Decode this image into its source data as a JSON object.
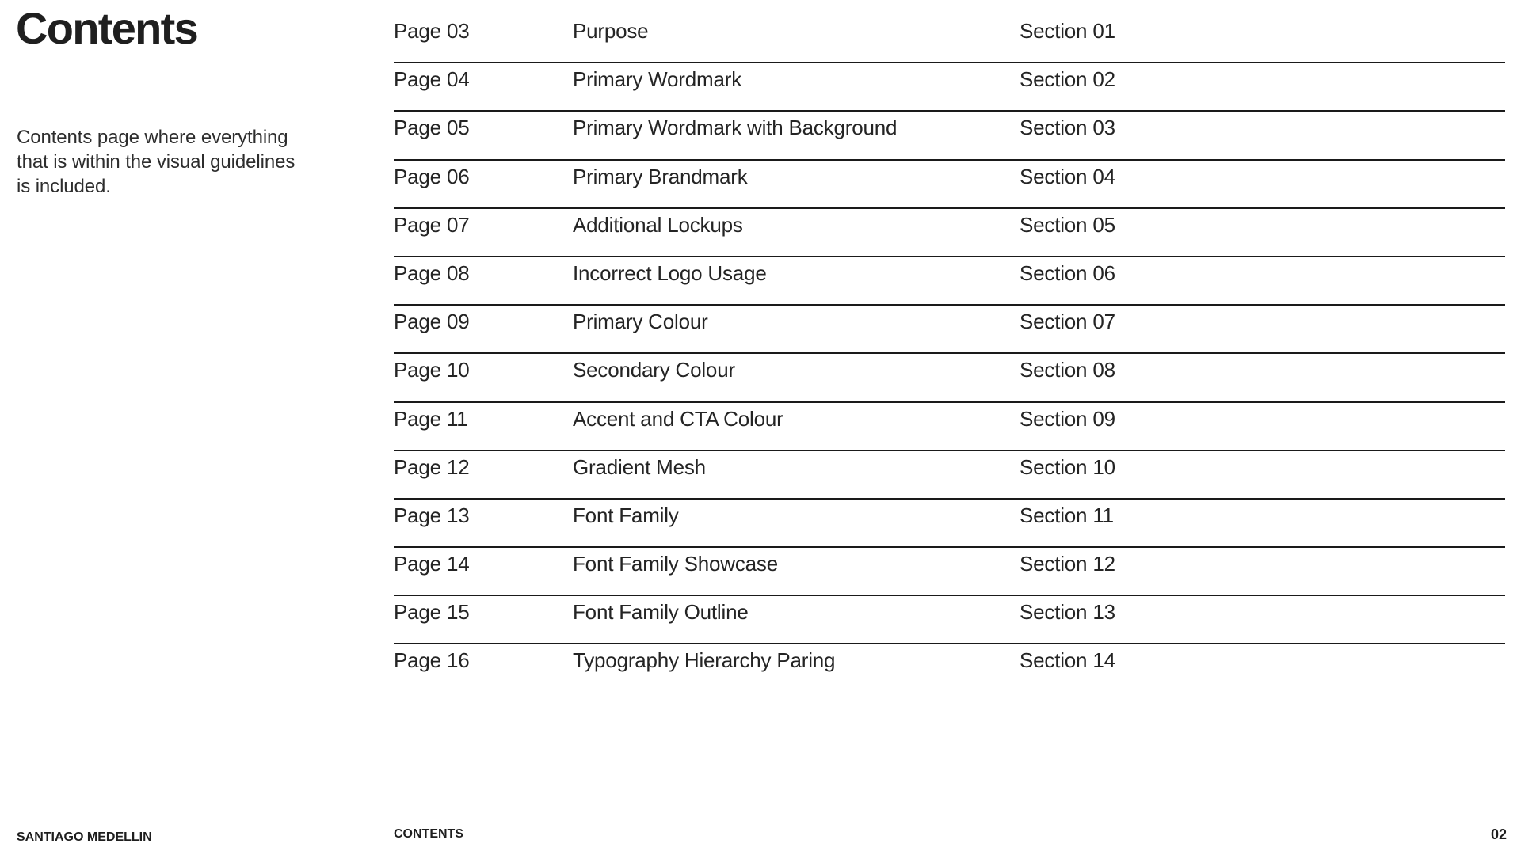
{
  "page": {
    "title": "Contents",
    "description": "Contents page where everything that is within the visual guidelines is included."
  },
  "toc": {
    "rows": [
      {
        "page": "Page 03",
        "title": "Purpose",
        "section": "Section 01"
      },
      {
        "page": "Page 04",
        "title": "Primary Wordmark",
        "section": "Section 02"
      },
      {
        "page": "Page 05",
        "title": "Primary Wordmark with Background",
        "section": "Section 03"
      },
      {
        "page": "Page 06",
        "title": "Primary Brandmark",
        "section": "Section 04"
      },
      {
        "page": "Page 07",
        "title": "Additional Lockups",
        "section": "Section 05"
      },
      {
        "page": "Page 08",
        "title": "Incorrect Logo Usage",
        "section": "Section 06"
      },
      {
        "page": "Page 09",
        "title": "Primary Colour",
        "section": "Section 07"
      },
      {
        "page": "Page 10",
        "title": "Secondary Colour",
        "section": "Section 08"
      },
      {
        "page": "Page 11",
        "title": "Accent and CTA Colour",
        "section": "Section 09"
      },
      {
        "page": "Page 12",
        "title": "Gradient Mesh",
        "section": "Section 10"
      },
      {
        "page": "Page 13",
        "title": "Font Family",
        "section": "Section 11"
      },
      {
        "page": "Page 14",
        "title": "Font Family Showcase",
        "section": "Section 12"
      },
      {
        "page": "Page 15",
        "title": "Font Family Outline",
        "section": "Section 13"
      },
      {
        "page": "Page 16",
        "title": "Typography Hierarchy Paring",
        "section": "Section 14"
      }
    ]
  },
  "footer": {
    "brand": "SANTIAGO MEDELLIN",
    "section_label": "CONTENTS",
    "page_number": "02"
  },
  "colors": {
    "ink": "#222222",
    "line": "#1a1a1a",
    "background": "#ffffff"
  }
}
